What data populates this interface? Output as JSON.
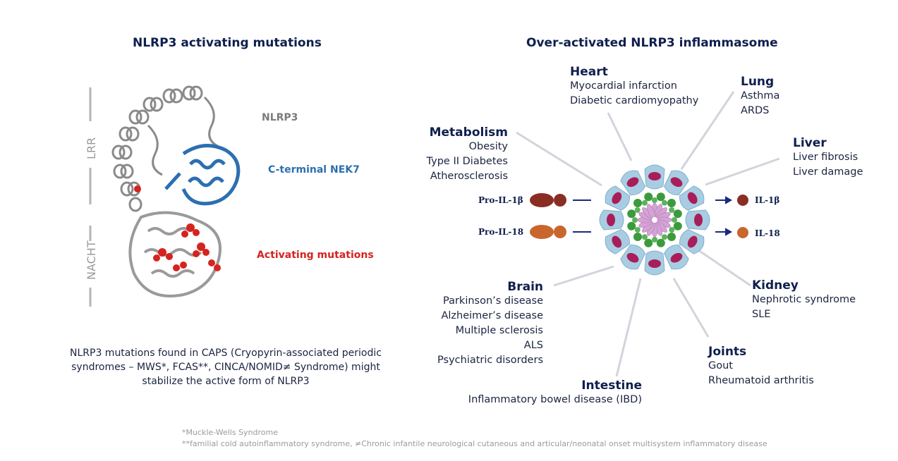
{
  "left": {
    "title": "NLRP3 activating mutations",
    "domain_labels": {
      "lrr": "LRR",
      "nacht": "NACHT"
    },
    "labels": {
      "nlrp3": "NLRP3",
      "nek7": "C-terminal NEK7",
      "mutations": "Activating mutations"
    },
    "colors": {
      "nlrp3": "#7a7a7a",
      "nek7": "#2d6fb0",
      "mutations": "#d6231f"
    },
    "caption": [
      "NLRP3 mutations found in CAPS (Cryopyrin-associated periodic",
      "syndromes – MWS*, FCAS**, CINCA/NOMID≠ Syndrome) might",
      "stabilize the active form of NLRP3"
    ]
  },
  "right": {
    "title": "Over-activated NLRP3 inflammasome",
    "organs": [
      {
        "name": "Heart",
        "diseases": [
          "Myocardial infarction",
          "Diabetic cardiomyopathy"
        ]
      },
      {
        "name": "Lung",
        "diseases": [
          "Asthma",
          "ARDS"
        ]
      },
      {
        "name": "Metabolism",
        "diseases": [
          "Obesity",
          "Type II Diabetes",
          "Atherosclerosis"
        ]
      },
      {
        "name": "Liver",
        "diseases": [
          "Liver fibrosis",
          "Liver damage"
        ]
      },
      {
        "name": "Brain",
        "diseases": [
          "Parkinson’s disease",
          "Alzheimer’s disease",
          "Multiple sclerosis",
          "ALS",
          "Psychiatric disorders"
        ]
      },
      {
        "name": "Kidney",
        "diseases": [
          "Nephrotic syndrome",
          "SLE"
        ]
      },
      {
        "name": "Joints",
        "diseases": [
          "Gout",
          "Rheumatoid arthritis"
        ]
      },
      {
        "name": "Intestine",
        "diseases": [
          "Inflammatory bowel disease (IBD)"
        ]
      }
    ],
    "cytokines": {
      "pro_il1b": "Pro-IL-1β",
      "pro_il18": "Pro-IL-18",
      "il1b": "IL-1β",
      "il18": "IL-18"
    }
  },
  "footnotes": [
    "*Muckle-Wells Syndrome",
    "**familial  cold autoinflammatory syndrome, ≠Chronic infantile neurological cutaneous and articular/neonatal onset multisystem inflammatory disease"
  ]
}
